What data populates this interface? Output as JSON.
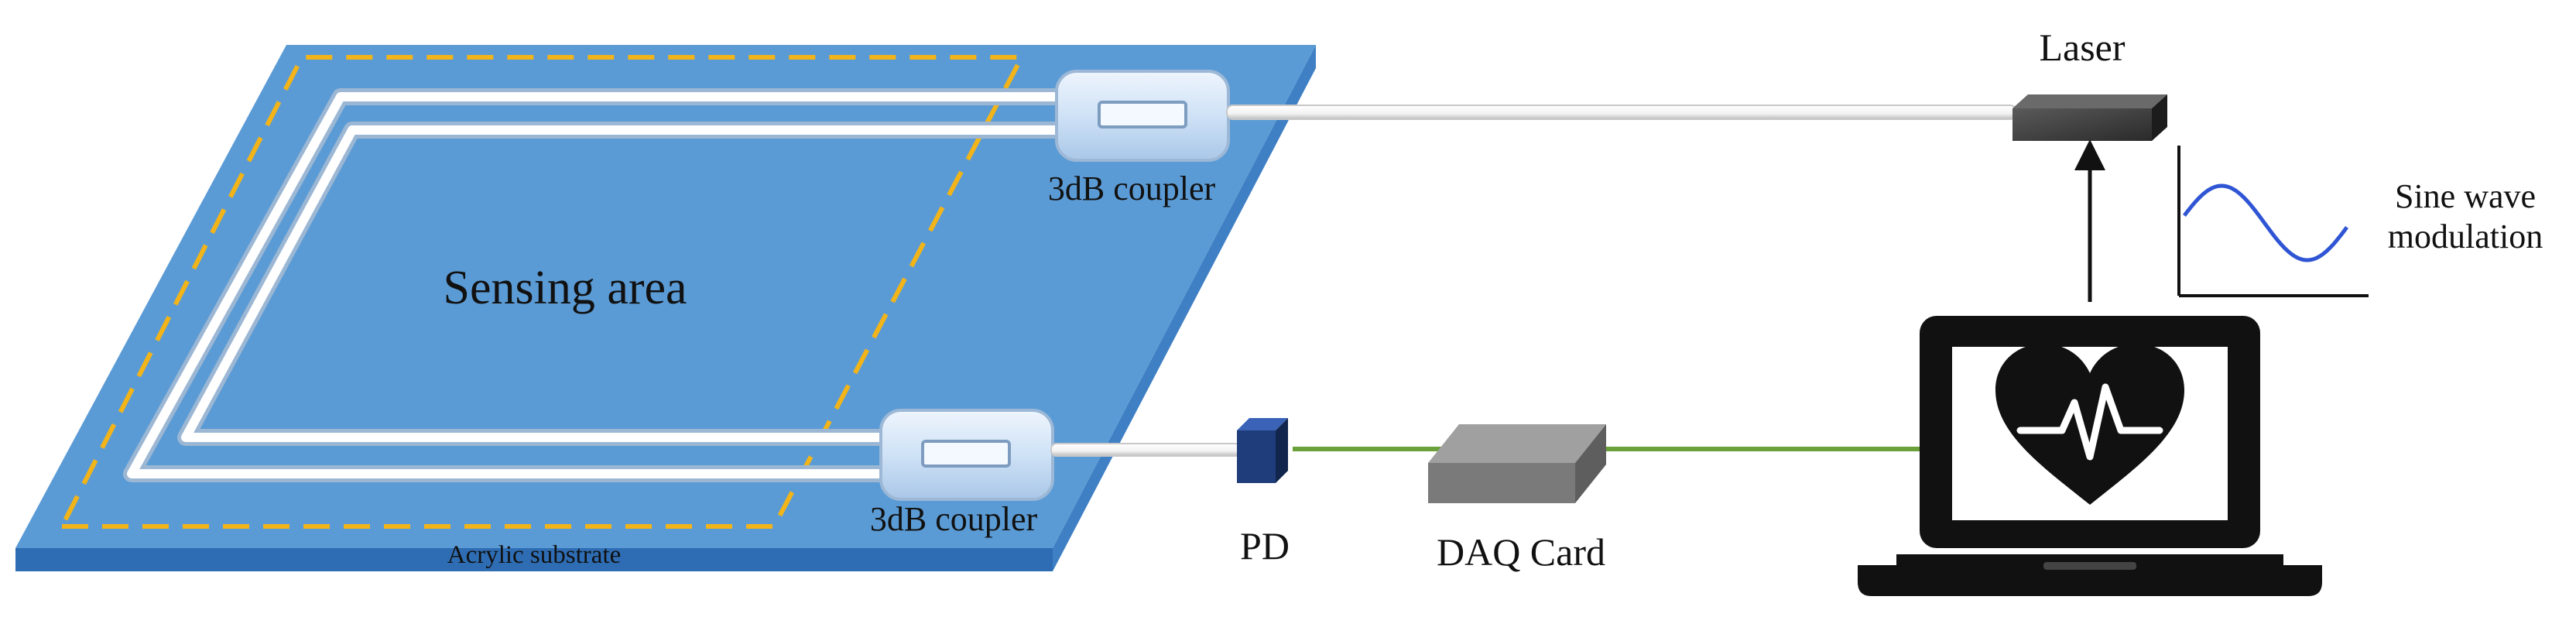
{
  "labels": {
    "sensing_area": "Sensing area",
    "acrylic_substrate": "Acrylic substrate",
    "coupler_top": "3dB coupler",
    "coupler_bottom": "3dB coupler",
    "laser": "Laser",
    "modulation_line1": "Sine wave",
    "modulation_line2": "modulation",
    "pd": "PD",
    "daq_card": "DAQ Card"
  },
  "colors": {
    "substrate_top": "#5b9bd5",
    "substrate_side": "#2e6db4",
    "dashed_border": "#f2b418",
    "fiber": "#ffffff",
    "electrical_line": "#6aa13a",
    "sine_wave": "#2f55d4",
    "pd_box": "#1f3d7a",
    "daq_card": "#8c8c8c",
    "laptop": "#111111"
  },
  "icons": {
    "laptop": "laptop-icon",
    "heart_monitor": "heart-pulse-icon",
    "laser": "laser-box-icon",
    "arrow": "arrow-up-icon"
  }
}
